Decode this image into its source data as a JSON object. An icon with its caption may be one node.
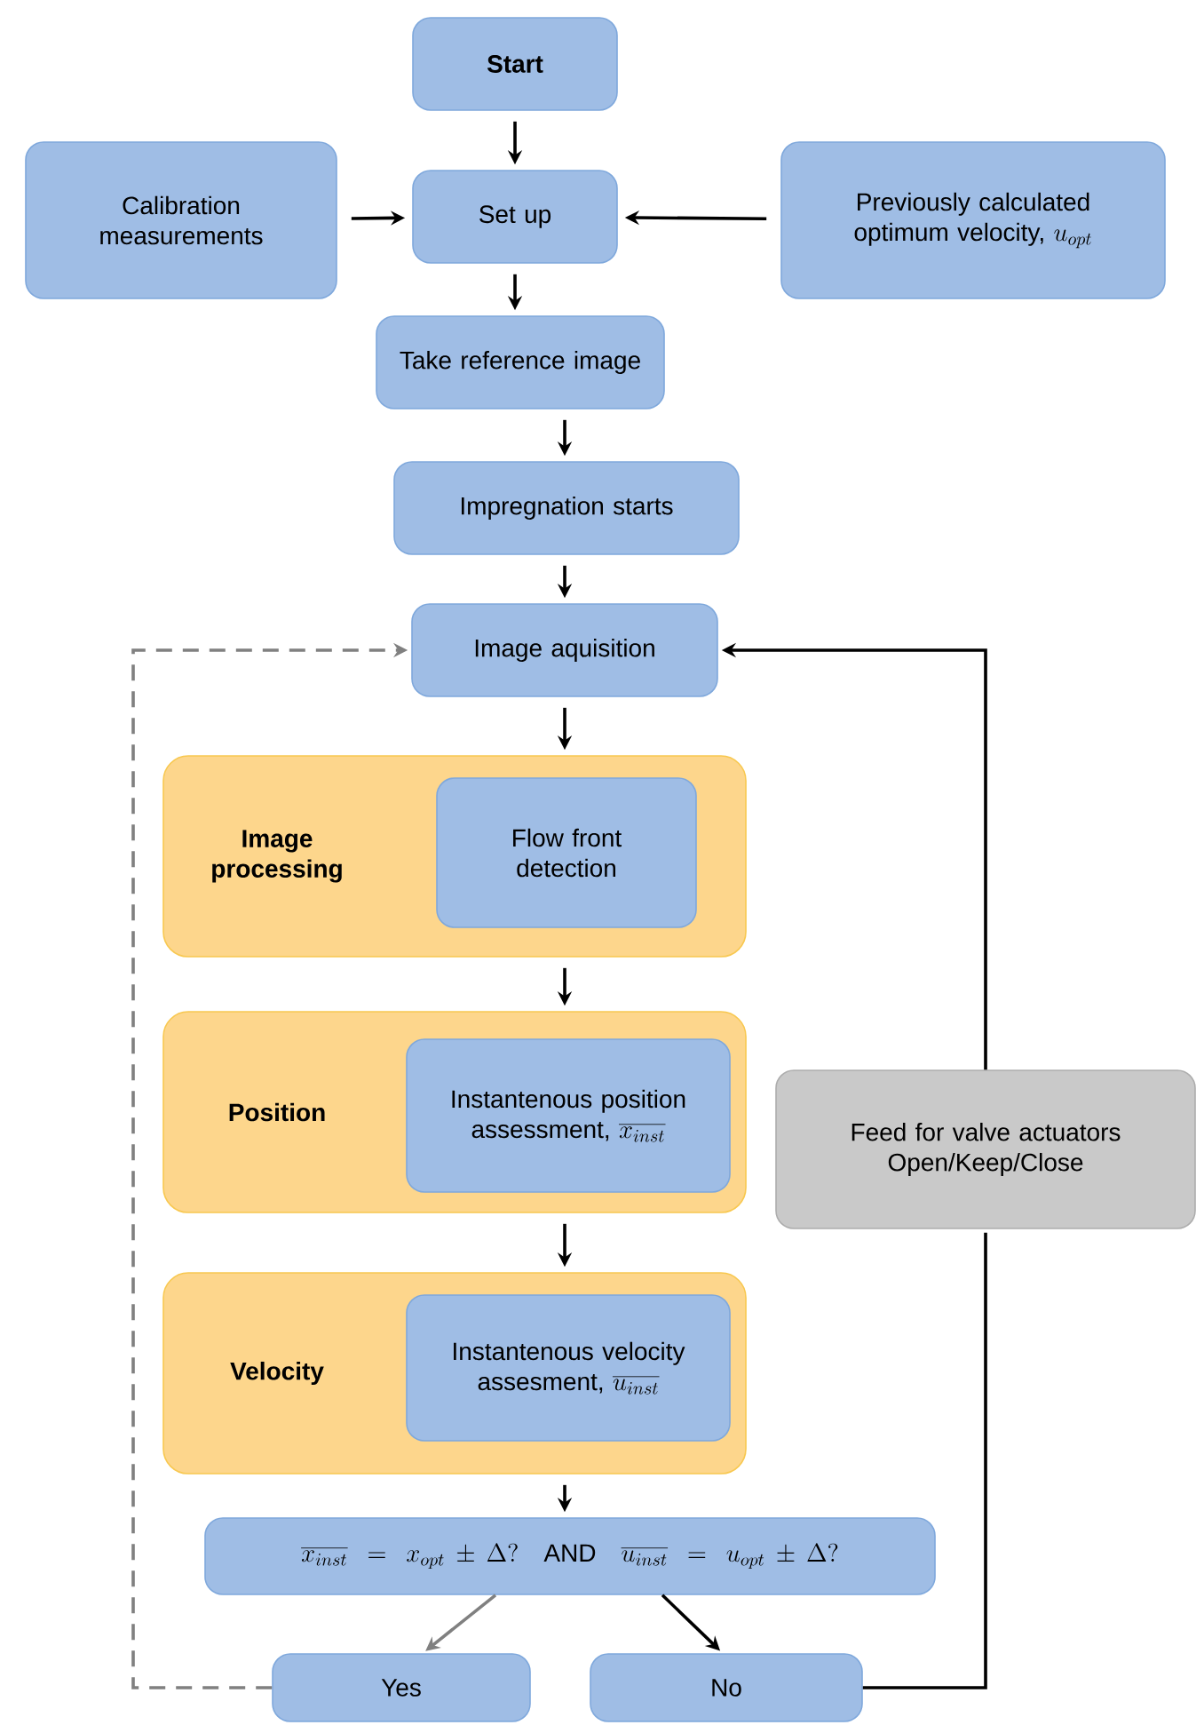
{
  "diagram": {
    "nodes": [
      {
        "text": [
          "Start"
        ]
      },
      {
        "text": [
          "Calibration measurements"
        ]
      },
      {
        "text": [
          "Set up"
        ]
      },
      {
        "text": [
          "Previously calculated optimum velocity,",
          "u_{opt}"
        ]
      },
      {
        "text": [
          "Take reference image"
        ]
      },
      {
        "text": [
          "Impregnation starts"
        ]
      },
      {
        "text": [
          "Image aquisition"
        ]
      },
      {
        "text": [
          "Image processing"
        ]
      },
      {
        "text": [
          "Flow front detection"
        ],
        "in": 7
      },
      {
        "text": [
          "Position"
        ]
      },
      {
        "text": [
          "Instantenous position assessment,",
          "\\overline{x_{inst}}"
        ],
        "in": 9
      },
      {
        "text": [
          "Velocity"
        ]
      },
      {
        "text": [
          "Instantenous velocity assesment,",
          "\\overline{u_{inst}}"
        ],
        "in": 11
      },
      {
        "text": [
          "\\overline{x_{inst}} = x_{opt} \\pm \\Delta?",
          "AND",
          "\\overline{u_{inst}} = u_{opt} \\pm \\Delta?"
        ]
      },
      {
        "text": [
          "Yes"
        ]
      },
      {
        "text": [
          "No"
        ]
      },
      {
        "text": [
          "Feed for valve actuators Open/Keep/Close"
        ]
      }
    ],
    "edges": [
      {
        "from": 0,
        "to": 2,
        "arrow": "to"
      },
      {
        "from": 1,
        "to": 2,
        "arrow": "to"
      },
      {
        "from": 3,
        "to": 2,
        "arrow": "to"
      },
      {
        "from": 2,
        "to": 4,
        "arrow": "to"
      },
      {
        "from": 4,
        "to": 5,
        "arrow": "to"
      },
      {
        "from": 5,
        "to": 6,
        "arrow": "to"
      },
      {
        "from": 6,
        "to": 7,
        "arrow": "to"
      },
      {
        "from": 7,
        "to": 9,
        "arrow": "to"
      },
      {
        "from": 9,
        "to": 11,
        "arrow": "to"
      },
      {
        "from": 11,
        "to": 13,
        "arrow": "to"
      },
      {
        "from": 13,
        "to": 14,
        "arrow": "to",
        "color": "#808080"
      },
      {
        "from": 13,
        "to": 15,
        "arrow": "to"
      },
      {
        "from": 14,
        "to": 6,
        "arrow": "to",
        "style": "dashed",
        "color": "#808080"
      },
      {
        "from": 15,
        "to": 16,
        "arrow": "none"
      },
      {
        "from": 16,
        "to": 6,
        "arrow": "to"
      }
    ]
  }
}
